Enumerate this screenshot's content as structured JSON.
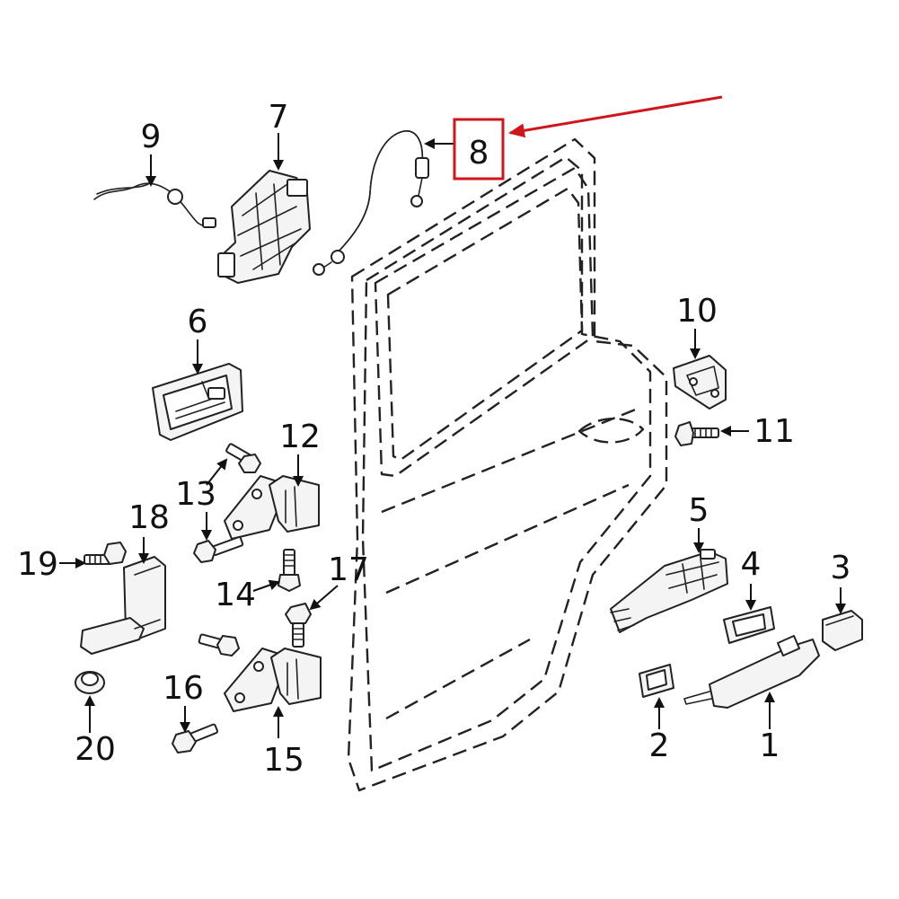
{
  "diagram": {
    "callouts": [
      {
        "id": "1",
        "label": "1"
      },
      {
        "id": "2",
        "label": "2"
      },
      {
        "id": "3",
        "label": "3"
      },
      {
        "id": "4",
        "label": "4"
      },
      {
        "id": "5",
        "label": "5"
      },
      {
        "id": "6",
        "label": "6"
      },
      {
        "id": "7",
        "label": "7"
      },
      {
        "id": "8",
        "label": "8"
      },
      {
        "id": "9",
        "label": "9"
      },
      {
        "id": "10",
        "label": "10"
      },
      {
        "id": "11",
        "label": "11"
      },
      {
        "id": "12",
        "label": "12"
      },
      {
        "id": "13",
        "label": "13"
      },
      {
        "id": "14",
        "label": "14"
      },
      {
        "id": "15",
        "label": "15"
      },
      {
        "id": "16",
        "label": "16"
      },
      {
        "id": "17",
        "label": "17"
      },
      {
        "id": "18",
        "label": "18"
      },
      {
        "id": "19",
        "label": "19"
      },
      {
        "id": "20",
        "label": "20"
      }
    ],
    "highlight": {
      "target": "8",
      "color": "#d0161b"
    },
    "line_color": "#111111"
  }
}
